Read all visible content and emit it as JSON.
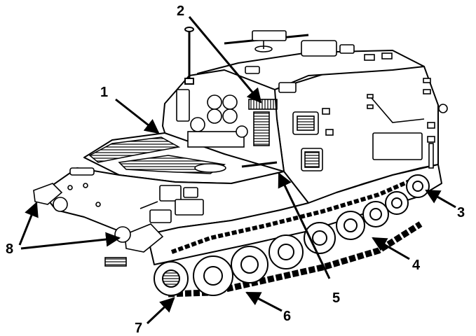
{
  "colors": {
    "ink": "#000000",
    "paper": "#ffffff",
    "shade": "#d9d9d9"
  },
  "callouts": [
    {
      "label": "1"
    },
    {
      "label": "2"
    },
    {
      "label": "3"
    },
    {
      "label": "4"
    },
    {
      "label": "5"
    },
    {
      "label": "6"
    },
    {
      "label": "7"
    },
    {
      "label": "8"
    }
  ]
}
